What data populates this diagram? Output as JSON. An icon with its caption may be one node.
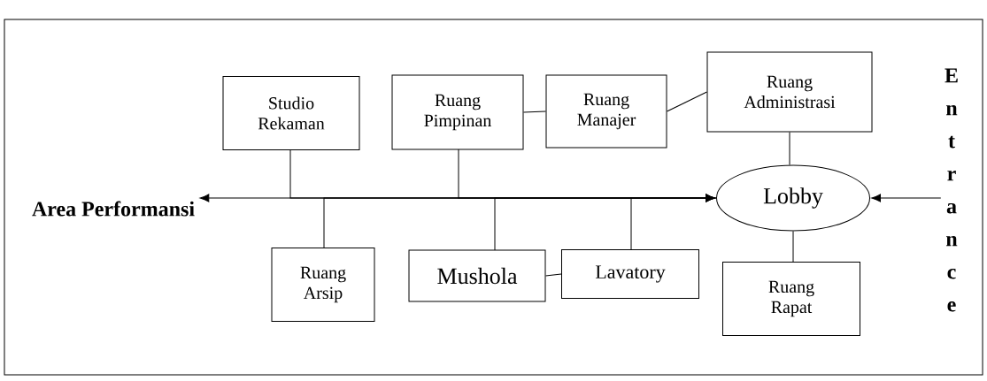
{
  "diagram": {
    "nodes": [
      {
        "text": [
          "Studio Rekaman"
        ]
      },
      {
        "text": [
          "Ruang Pimpinan"
        ]
      },
      {
        "text": [
          "Ruang Manajer"
        ]
      },
      {
        "text": [
          "Ruang Administrasi"
        ]
      },
      {
        "text": [
          "Lobby"
        ]
      },
      {
        "text": [
          "Ruang Arsip"
        ]
      },
      {
        "text": [
          "Mushola"
        ]
      },
      {
        "text": [
          "Lavatory"
        ]
      },
      {
        "text": [
          "Ruang Rapat"
        ]
      },
      {
        "text": [
          "Area Performansi"
        ]
      },
      {
        "text": [
          "Entrance"
        ]
      }
    ],
    "edges": [
      {
        "from": 4,
        "to": 9,
        "arrow": "to"
      },
      {
        "from": 0,
        "to": 4,
        "arrow": "to"
      },
      {
        "from": 1,
        "to": 4,
        "arrow": "to"
      },
      {
        "from": 5,
        "to": 4,
        "arrow": "to"
      },
      {
        "from": 6,
        "to": 4,
        "arrow": "to"
      },
      {
        "from": 7,
        "to": 4,
        "arrow": "to"
      },
      {
        "from": 1,
        "to": 2,
        "arrow": "none"
      },
      {
        "from": 2,
        "to": 3,
        "arrow": "none"
      },
      {
        "from": 3,
        "to": 4,
        "arrow": "none"
      },
      {
        "from": 6,
        "to": 7,
        "arrow": "none"
      },
      {
        "from": 4,
        "to": 8,
        "arrow": "none"
      },
      {
        "from": 10,
        "to": 4,
        "arrow": "to"
      }
    ]
  }
}
